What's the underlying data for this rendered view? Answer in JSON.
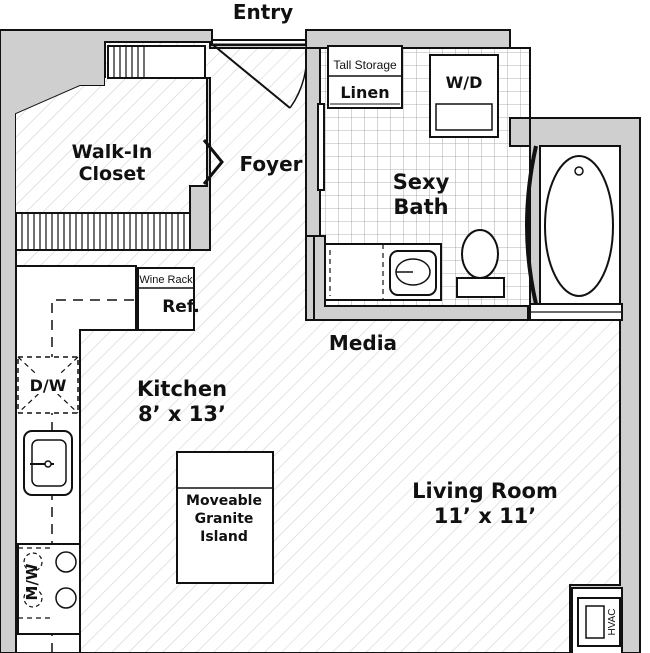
{
  "labels": {
    "entry": "Entry",
    "walk_in_closet_1": "Walk-In",
    "walk_in_closet_2": "Closet",
    "foyer": "Foyer",
    "tall_storage": "Tall Storage",
    "linen": "Linen",
    "washer_dryer": "W/D",
    "bath_1": "Sexy",
    "bath_2": "Bath",
    "wine_rack": "Wine Rack",
    "refrigerator": "Ref.",
    "media": "Media",
    "dishwasher": "D/W",
    "kitchen": "Kitchen",
    "kitchen_size": "8’ x 13’",
    "island_1": "Moveable",
    "island_2": "Granite",
    "island_3": "Island",
    "living_room": "Living Room",
    "living_size": "11’ x 11’",
    "microwave": "M/W",
    "hvac": "HVAC"
  },
  "colors": {
    "wall_fill": "#cfcfcf",
    "line": "#111111",
    "floor_hatch": "#d2d2d2",
    "tile_grid": "#9a9a9a"
  }
}
